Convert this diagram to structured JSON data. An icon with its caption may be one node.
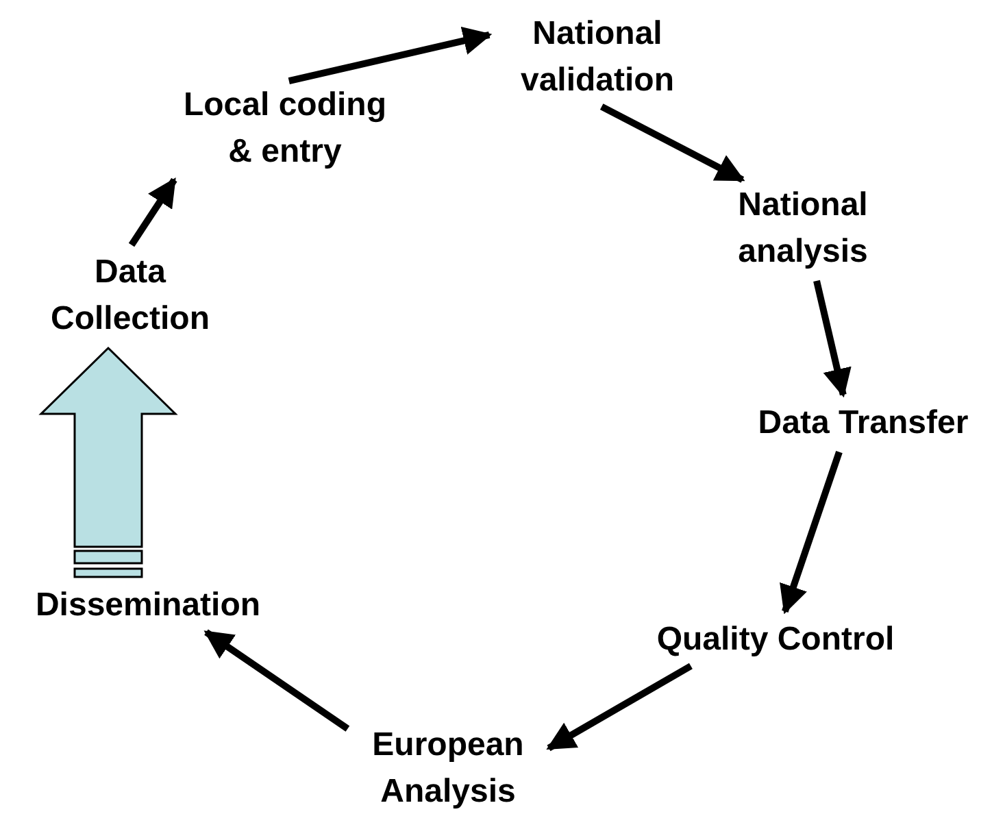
{
  "diagram": {
    "nodes": [
      {
        "text": [
          "Data Collection"
        ]
      },
      {
        "text": [
          "Local coding & entry"
        ]
      },
      {
        "text": [
          "National validation"
        ]
      },
      {
        "text": [
          "National analysis"
        ]
      },
      {
        "text": [
          "Data Transfer"
        ]
      },
      {
        "text": [
          "Quality Control"
        ]
      },
      {
        "text": [
          "European Analysis"
        ]
      },
      {
        "text": [
          "Dissemination"
        ]
      }
    ],
    "edges": [
      {
        "from": 0,
        "to": 1,
        "arrow": "to"
      },
      {
        "from": 1,
        "to": 2,
        "arrow": "to"
      },
      {
        "from": 2,
        "to": 3,
        "arrow": "to"
      },
      {
        "from": 3,
        "to": 4,
        "arrow": "to"
      },
      {
        "from": 4,
        "to": 5,
        "arrow": "to"
      },
      {
        "from": 5,
        "to": 6,
        "arrow": "to"
      },
      {
        "from": 6,
        "to": 7,
        "arrow": "to"
      },
      {
        "from": 7,
        "to": 0,
        "arrow": "to",
        "style": "thick",
        "color": "#b9e0e3"
      }
    ]
  }
}
